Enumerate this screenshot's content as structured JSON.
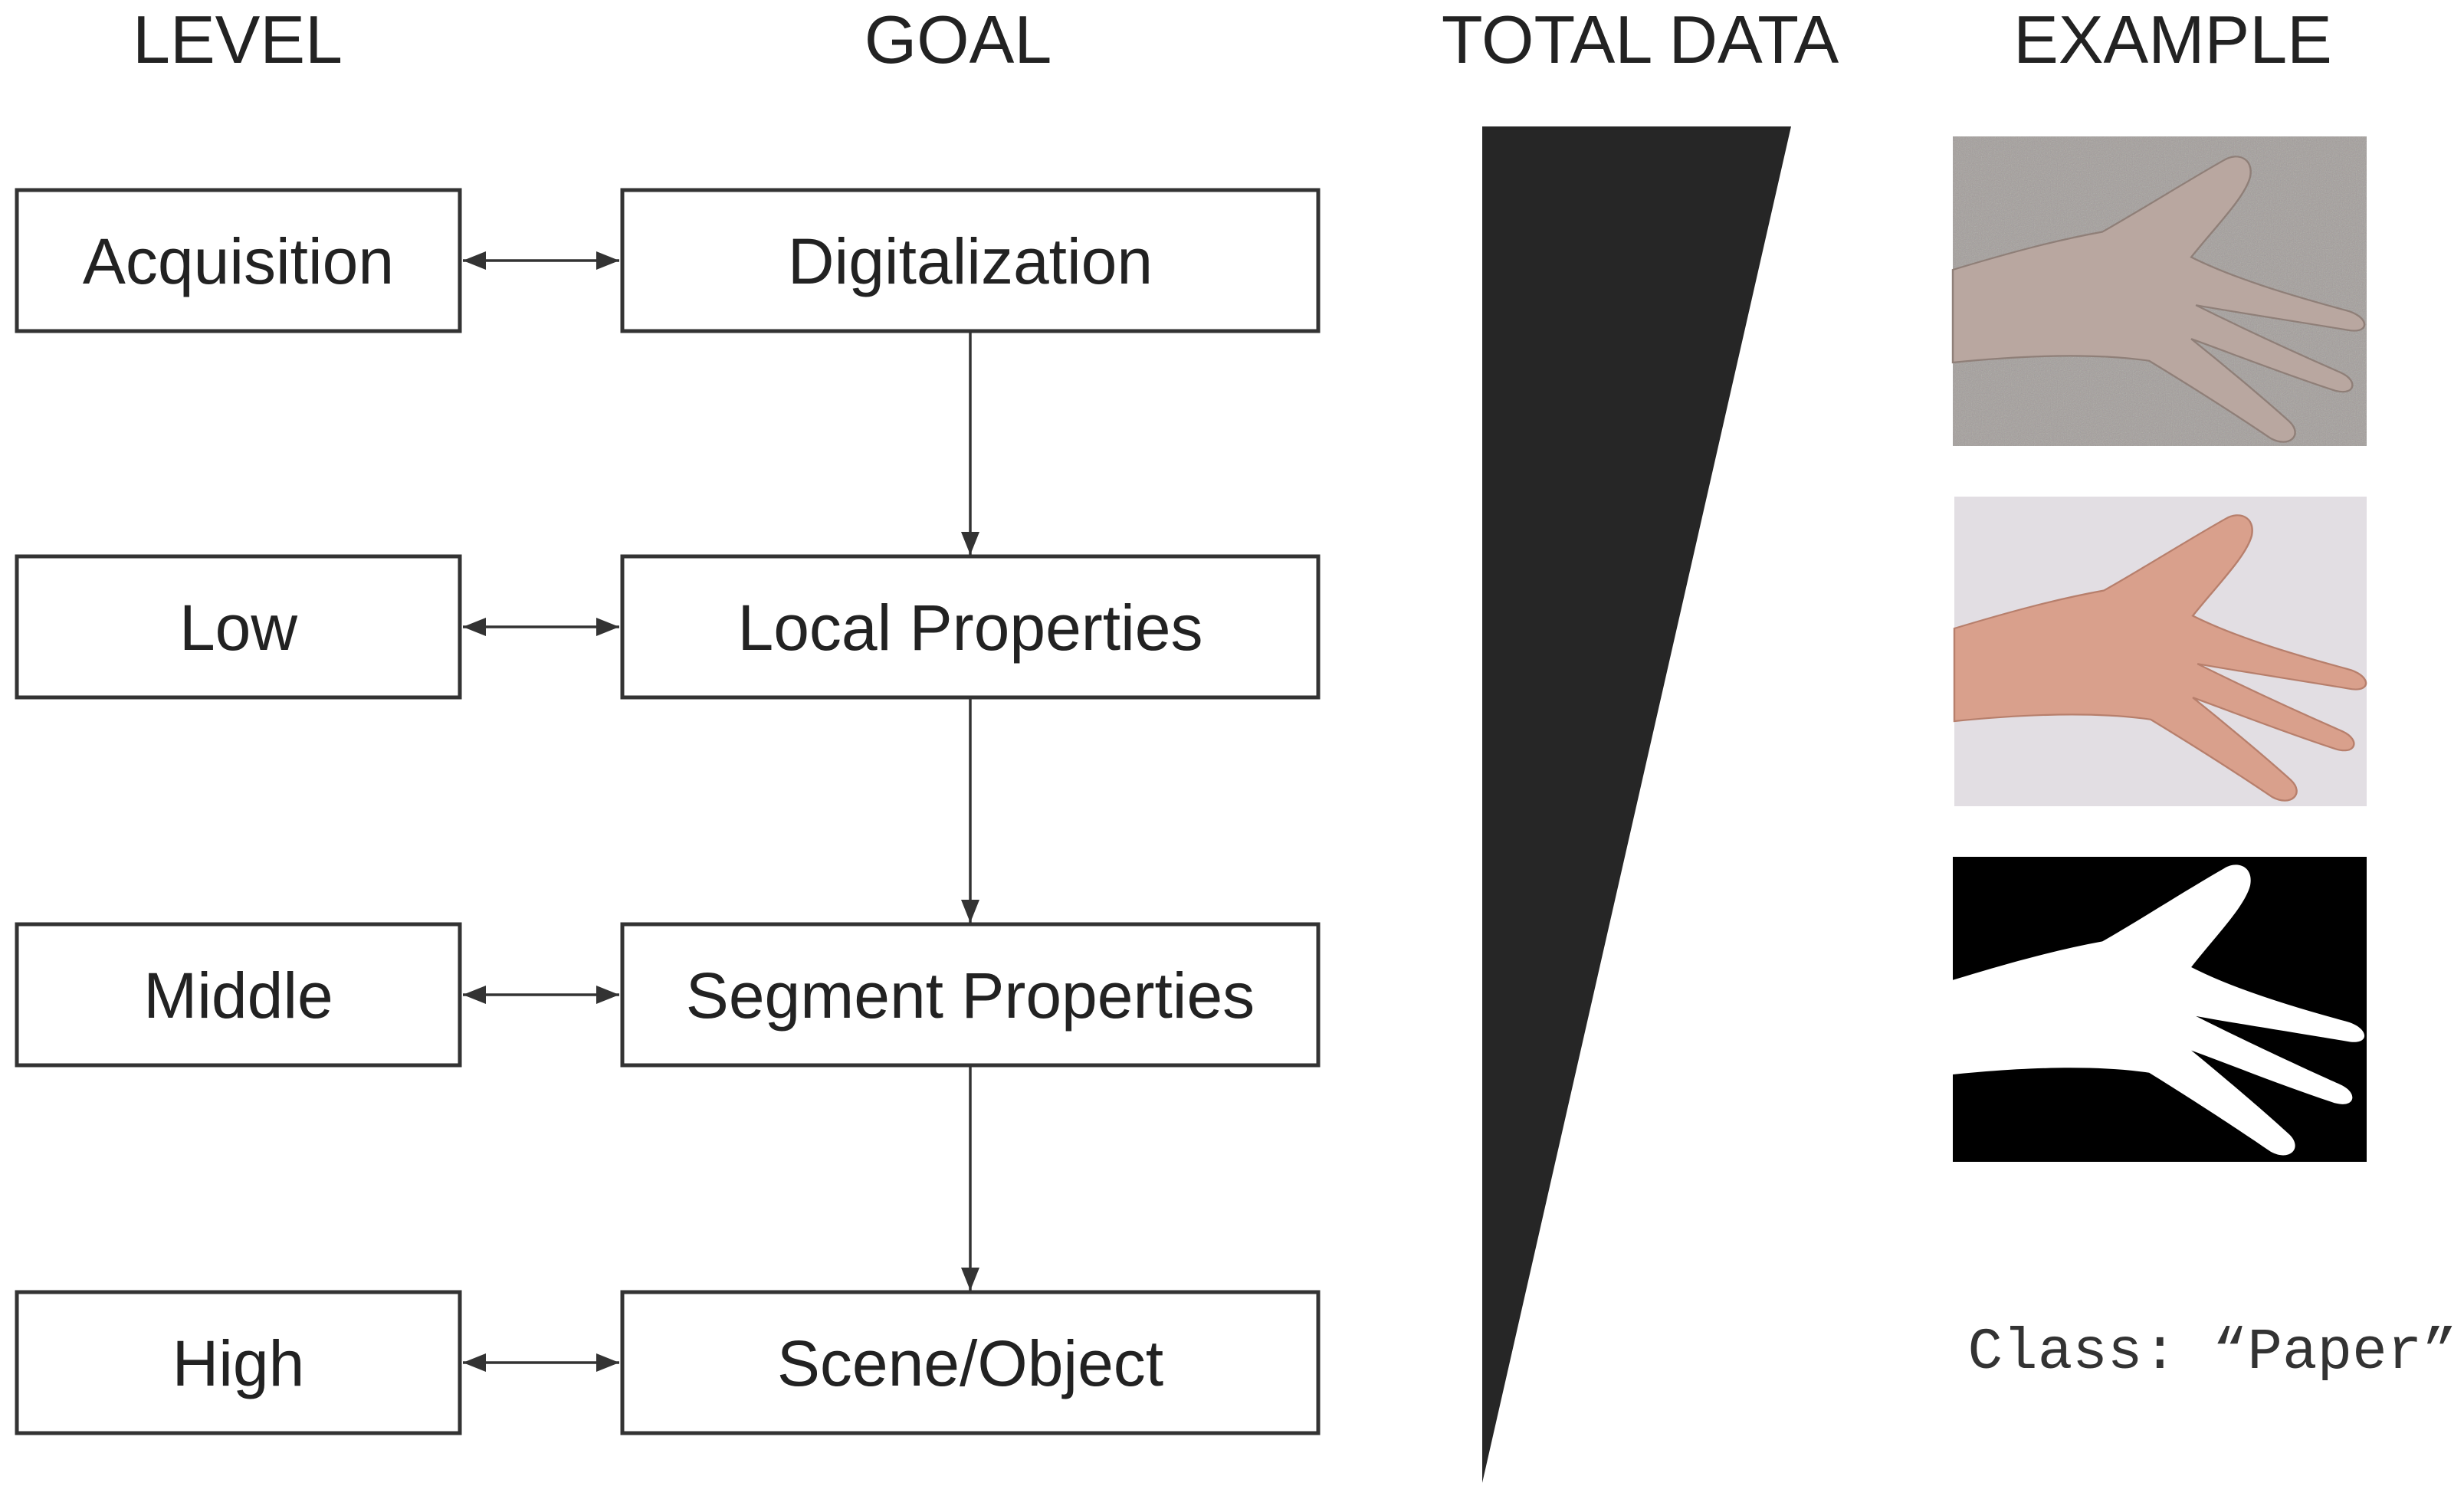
{
  "headers": {
    "level": "LEVEL",
    "goal": "GOAL",
    "total_data": "TOTAL DATA",
    "example": "EXAMPLE"
  },
  "rows": [
    {
      "level": "Acquisition",
      "goal": "Digitalization"
    },
    {
      "level": "Low",
      "goal": "Local Properties"
    },
    {
      "level": "Middle",
      "goal": "Segment Properties"
    },
    {
      "level": "High",
      "goal": "Scene/Object"
    }
  ],
  "example_caption": "Class: “Paper”",
  "colors": {
    "wedge": "#262626",
    "line": "#333333",
    "noisy_bg": "#a39e9b",
    "clean_bg": "#e2dee3",
    "skin_noisy": "#b9a7a0",
    "skin_clean": "#d9a08c",
    "mask_bg": "#000000",
    "mask_fg": "#ffffff"
  }
}
